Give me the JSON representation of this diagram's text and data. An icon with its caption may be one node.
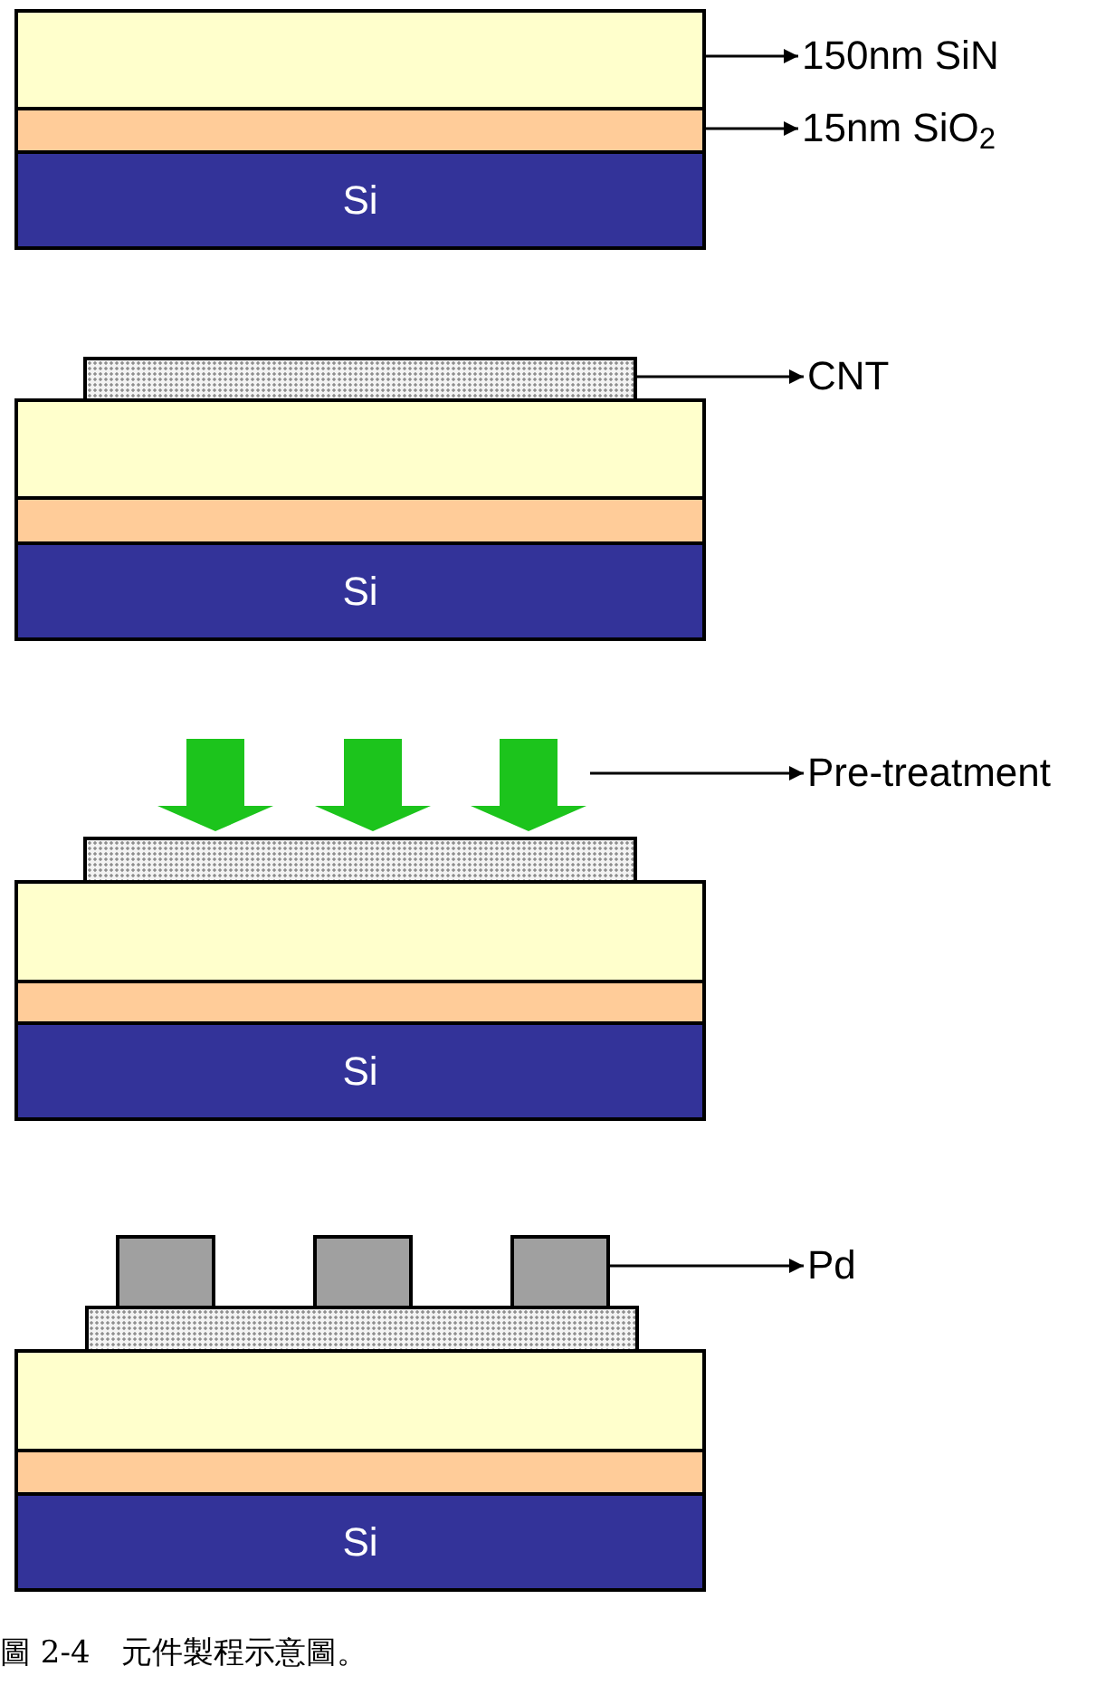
{
  "diagram": {
    "caption": "圖 2-4　元件製程示意圖。",
    "nodes": [
      {
        "text": [],
        "shape": "box"
      },
      {
        "text": [
          "150nm SiN"
        ]
      },
      {
        "text": [],
        "shape": "box"
      },
      {
        "text": [
          "15nm SiO$_{2}$"
        ]
      },
      {
        "text": [
          "Si"
        ]
      },
      {
        "text": [],
        "shape": "box"
      },
      {
        "text": [
          "CNT"
        ]
      },
      {
        "text": [],
        "shape": "box"
      },
      {
        "text": [],
        "shape": "box"
      },
      {
        "text": [
          "Si"
        ]
      },
      {
        "text": [
          "Pre-treatment"
        ]
      },
      {
        "text": [],
        "shape": "box"
      },
      {
        "text": [],
        "shape": "box"
      },
      {
        "text": [],
        "shape": "box"
      },
      {
        "text": [
          "Si"
        ]
      },
      {
        "text": [],
        "shape": "box"
      },
      {
        "text": [],
        "shape": "box"
      },
      {
        "text": [],
        "shape": "box"
      },
      {
        "text": [
          "Pd"
        ]
      },
      {
        "text": [],
        "shape": "box"
      },
      {
        "text": [],
        "shape": "box"
      },
      {
        "text": [],
        "shape": "box"
      },
      {
        "text": [
          "Si"
        ]
      }
    ],
    "edges": [
      {
        "from": 0,
        "to": 1,
        "arrow": "to"
      },
      {
        "from": 2,
        "to": 3,
        "arrow": "to"
      },
      {
        "from": 5,
        "to": 6,
        "arrow": "to"
      },
      {
        "from": null,
        "to": 11,
        "arrow": "to",
        "style": "thick",
        "color": "#1cc41c"
      },
      {
        "from": null,
        "to": 11,
        "arrow": "to",
        "style": "thick",
        "color": "#1cc41c"
      },
      {
        "from": null,
        "to": 11,
        "arrow": "to",
        "style": "thick",
        "color": "#1cc41c"
      },
      {
        "from": null,
        "to": 10,
        "arrow": "to"
      },
      {
        "from": 17,
        "to": 18,
        "arrow": "to"
      }
    ]
  }
}
